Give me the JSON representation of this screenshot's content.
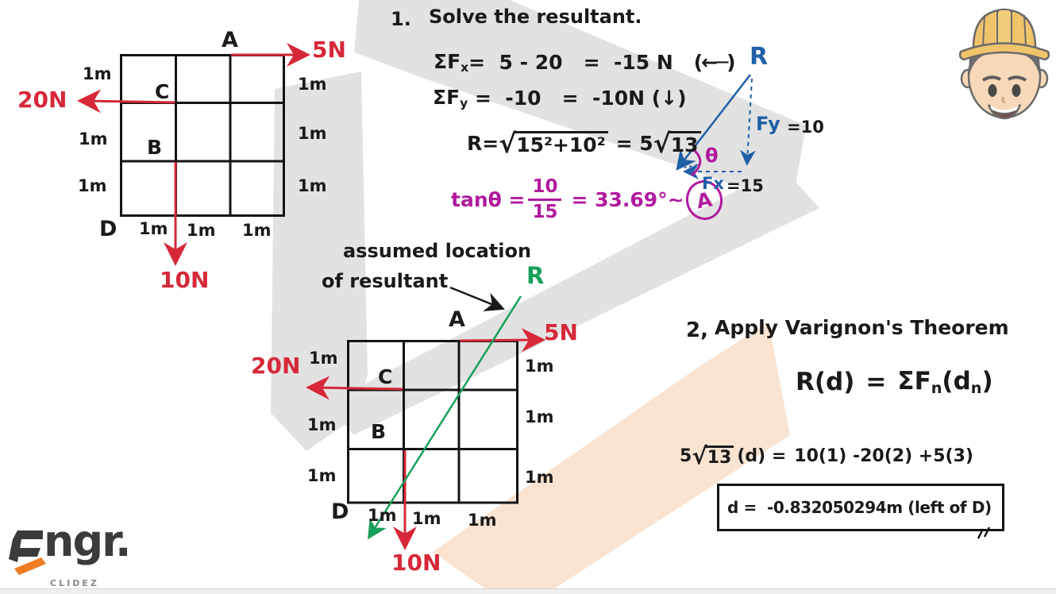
{
  "units": {
    "m": "1m"
  },
  "colors": {
    "ink": "#1a1a1a",
    "red": "#d62839",
    "blue": "#1f5fa6",
    "green": "#18a05a",
    "magenta": "#b11a9e",
    "watermark_gray": "#e2e2e2",
    "watermark_peach": "#fae3d1",
    "logo_dark": "#3b3b3b",
    "logo_orange": "#f07d23"
  },
  "step1": {
    "number": "1.",
    "title": "Solve the resultant.",
    "fx": {
      "pre": "ΣF",
      "sub": "x",
      "body": "=  5 - 20   =  -15 N",
      "dir": "(←─)"
    },
    "fy": {
      "pre": "ΣF",
      "sub": "y",
      "body": " =  -10   =  -10N ",
      "dir": "(↓)"
    },
    "r": {
      "lhs": "R=",
      "root": "√",
      "radicand": "15²+10²",
      "mid": "= 5",
      "root2": "√",
      "radicand2": "13"
    },
    "tan": {
      "lhs": "tanθ =",
      "num": "10",
      "den": "15",
      "result": "= 33.69°",
      "link": "~",
      "badge": "A"
    }
  },
  "triangle": {
    "r": "R",
    "fy": "Fy",
    "fy_val": "=10",
    "fx": "Fx",
    "fx_val": "=15",
    "theta": "θ"
  },
  "grid1": {
    "a": "A",
    "b": "B",
    "c": "C",
    "d": "D",
    "force_right": "5N",
    "force_left": "20N",
    "force_down": "10N"
  },
  "note": {
    "line1": "assumed location",
    "line2": "of resultant"
  },
  "grid2": {
    "a": "A",
    "b": "B",
    "c": "C",
    "d": "D",
    "force_right": "5N",
    "force_left": "20N",
    "force_down": "10N",
    "r": "R"
  },
  "step2": {
    "number": "2,",
    "title": "Apply Varignon's Theorem",
    "formula": {
      "lhs": "R(d)",
      "eq": "=",
      "sig_pre": "ΣF",
      "sig_sub": "n",
      "rhs_pre": "(d",
      "rhs_sub": "n",
      "rhs_post": ")"
    },
    "computation": {
      "coef": "5",
      "root": "√",
      "radicand": "13",
      "lhs": "(d) =",
      "rhs": "10(1) -20(2) +5(3)"
    },
    "result": "d =  -0.832050294m (left of D)"
  },
  "logo": {
    "name": "ngr.",
    "tagline": "CLIDEZ"
  }
}
